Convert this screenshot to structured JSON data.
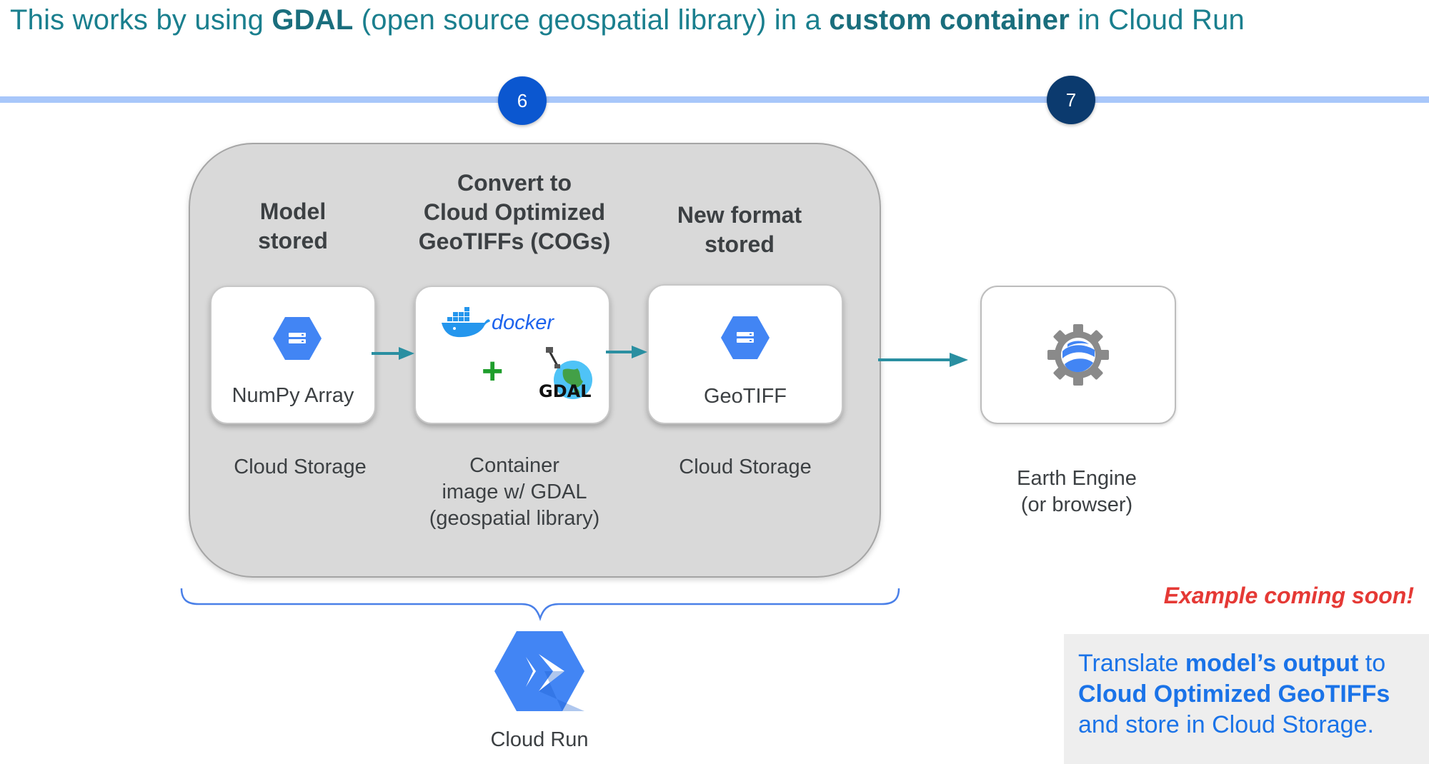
{
  "title": {
    "part1": "This works by using ",
    "bold1": "GDAL",
    "part2": " (open source geospatial library) in a ",
    "bold2": "custom container",
    "part3": " in Cloud Run"
  },
  "steps": [
    {
      "number": "6"
    },
    {
      "number": "7"
    }
  ],
  "columns": {
    "model": {
      "heading": "Model\nstored",
      "card_label": "NumPy Array",
      "caption": "Cloud Storage",
      "icon": "cloud-storage-icon"
    },
    "convert": {
      "heading": "Convert to\nCloud Optimized\nGeoTIFFs (COGs)",
      "docker_text": "docker",
      "gdal_text": "GDAL",
      "plus": "+",
      "caption": "Container\nimage w/ GDAL\n(geospatial library)"
    },
    "newformat": {
      "heading": "New format\nstored",
      "card_label": "GeoTIFF",
      "caption": "Cloud Storage",
      "icon": "cloud-storage-icon"
    }
  },
  "earth_engine": {
    "caption": "Earth Engine\n(or browser)",
    "icon": "earth-engine-icon"
  },
  "cloud_run": {
    "label": "Cloud Run",
    "icon": "cloud-run-icon"
  },
  "example_soon": "Example coming soon!",
  "note": {
    "t1": "Translate ",
    "b1": "model’s output",
    "t2": " to ",
    "b2": "Cloud Optimized GeoTIFFs",
    "t3": "and store in Cloud Storage."
  },
  "colors": {
    "title": "#1a7f8e",
    "timeline": "#a8c7fa",
    "step6": "#0b57d0",
    "step7": "#0b3a6e",
    "gcp_blue": "#4285f4",
    "arrow": "#2a8fa1",
    "example": "#e53935",
    "note_text": "#1a73e8"
  }
}
